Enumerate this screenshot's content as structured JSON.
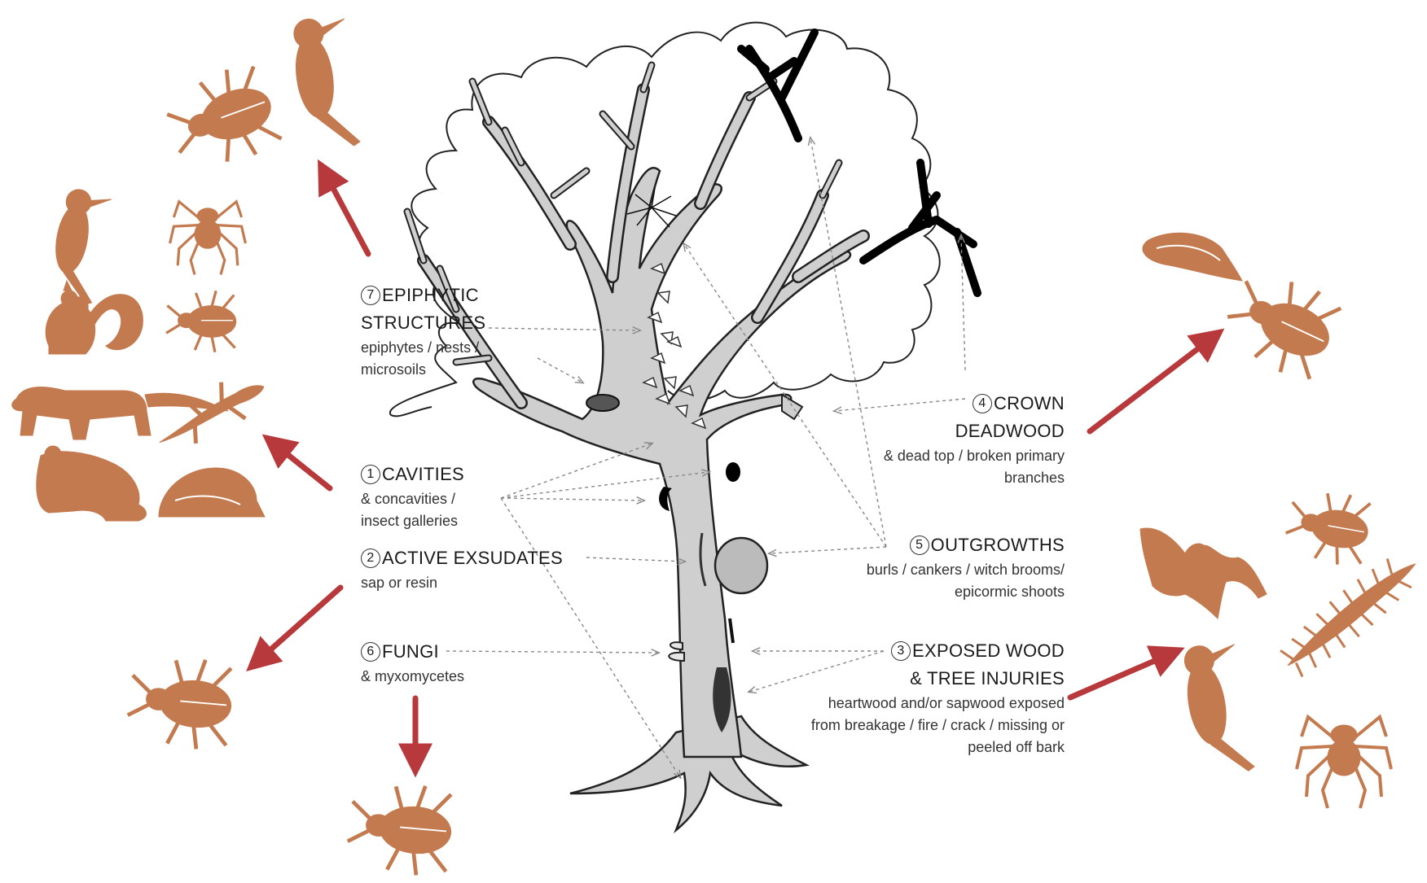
{
  "colors": {
    "animal": "#c47a4f",
    "arrow": "#b8393b",
    "trunk": "#cfcfcf",
    "outline": "#222222",
    "deadwood": "#000000",
    "leader": "#888888"
  },
  "features": {
    "epiphytic": {
      "num": "7",
      "title1": "EPIPHYTIC",
      "title2": "STRUCTURES",
      "sub1": "epiphytes / nests /",
      "sub2": "microsoils"
    },
    "cavities": {
      "num": "1",
      "title": "CAVITIES",
      "sub1": "& concavities /",
      "sub2": "insect galleries"
    },
    "exsudates": {
      "num": "2",
      "title": "ACTIVE EXSUDATES",
      "sub1": "sap or resin"
    },
    "fungi": {
      "num": "6",
      "title": "FUNGI",
      "sub1": "& myxomycetes"
    },
    "crown": {
      "num": "4",
      "title1": "CROWN",
      "title2": "DEADWOOD",
      "sub1": "& dead top / broken primary",
      "sub2": "branches"
    },
    "outgrowths": {
      "num": "5",
      "title": "OUTGROWTHS",
      "sub1": "burls / cankers / witch brooms/",
      "sub2": "epicormic shoots"
    },
    "exposed": {
      "num": "3",
      "title1": "EXPOSED WOOD",
      "title2": "& TREE INJURIES",
      "sub1": "heartwood and/or sapwood exposed",
      "sub2": "from breakage / fire / crack / missing or",
      "sub3": "peeled off bark"
    }
  },
  "icons": [
    "woodpecker-icon",
    "beetle-icon",
    "spider-icon",
    "squirrel-icon",
    "marten-icon",
    "lizard-icon",
    "frog-icon",
    "snail-icon",
    "bat-icon",
    "centipede-icon",
    "bird-icon",
    "moth-icon"
  ]
}
